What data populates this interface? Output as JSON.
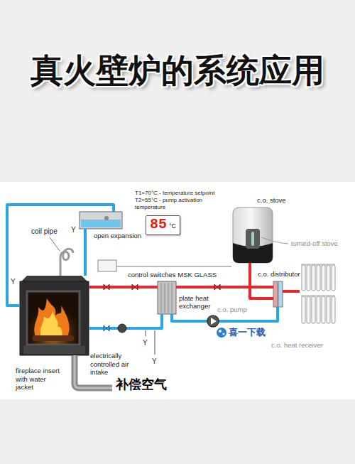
{
  "diagram": {
    "title": "真火壁炉的系统应用",
    "nodes": [
      {
        "text": [
          "open expansion"
        ]
      },
      {
        "text": [
          "85",
          "°C"
        ]
      },
      {
        "text": [
          "c.o. stove"
        ]
      },
      {
        "text": [
          "fireplace insert with water jacket"
        ]
      },
      {
        "text": [
          "plate heat exchanger"
        ]
      },
      {
        "text": [
          "c.o. distributor"
        ]
      },
      {
        "text": [
          "c.o. pump"
        ]
      },
      {
        "text": [
          "c.o. heat receiver"
        ]
      }
    ],
    "edges": [
      {
        "from": 3,
        "to": 0,
        "arrow": "none"
      },
      {
        "from": 3,
        "to": 4,
        "arrow": "none"
      },
      {
        "from": 4,
        "to": 3,
        "arrow": "none"
      },
      {
        "from": 4,
        "to": 5,
        "arrow": "none"
      },
      {
        "from": 4,
        "to": 6,
        "arrow": "none"
      },
      {
        "from": 6,
        "to": 5,
        "arrow": "none"
      },
      {
        "from": 2,
        "to": 5,
        "arrow": "none"
      },
      {
        "from": 5,
        "to": 7,
        "arrow": "none"
      },
      {
        "from": 3,
        "to": 0,
        "arrow": "none"
      }
    ],
    "labels": [
      "T1=70°C - temperature setpoint",
      "T2=55°C - pump activation temperature",
      "coil pipe",
      "turned-off stove",
      "control switches MSK GLASS",
      "electrically controlled air intake",
      "补偿空气",
      "喜一下载",
      "Y",
      "Y",
      "Y",
      "Y"
    ]
  }
}
